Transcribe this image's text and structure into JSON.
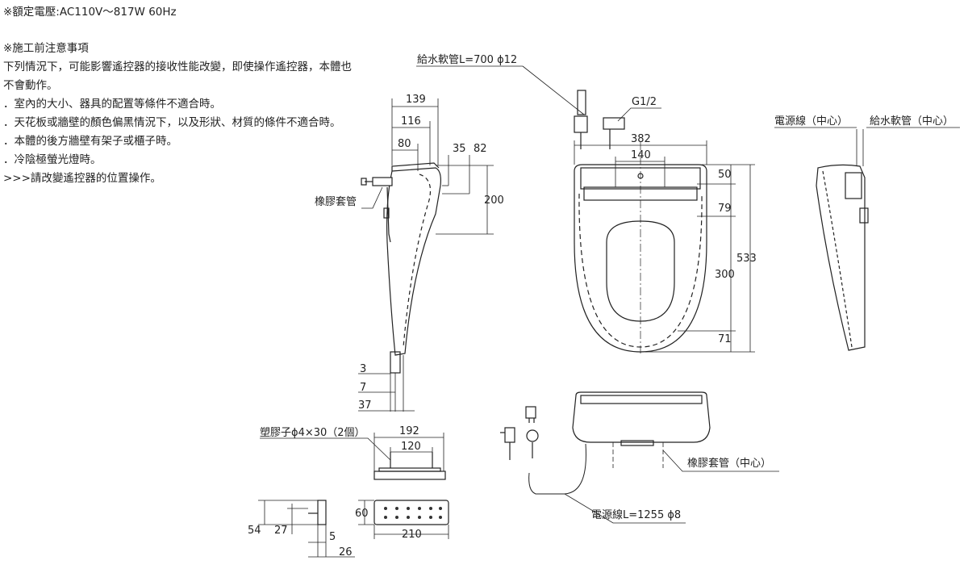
{
  "notes": {
    "rating": "※額定電壓:AC110V～817W 60Hz",
    "heading": "※施工前注意事項",
    "intro": "下列情況下，可能影響遙控器的接收性能改變，即使操作遙控器，本體也不會動作。",
    "items": [
      "．室內的大小、器具的配置等條件不適合時。",
      "．天花板或牆壁的顏色偏黑情況下，以及形狀、材質的條件不適合時。",
      "．本體的後方牆壁有架子或櫃子時。",
      "．冷陰極螢光燈時。"
    ],
    "footer": ">>>請改變遙控器的位置操作。"
  },
  "labels": {
    "water_hose": "給水軟管L=700 ϕ12",
    "thread": "G1/2",
    "power_cord_center": "電源線（中心）",
    "water_hose_center": "給水軟管（中心）",
    "rubber_sleeve": "橡膠套管",
    "rubber_sleeve_center": "橡膠套管（中心）",
    "plastic_plug": "塑膠子ϕ4×30（2個）",
    "power_cord": "電源線L=1255 ϕ8"
  },
  "dims": {
    "side_139": "139",
    "side_116": "116",
    "side_80": "80",
    "side_35": "35",
    "side_82": "82",
    "side_200": "200",
    "side_3": "3",
    "side_7": "7",
    "side_37": "37",
    "top_382": "382",
    "top_140": "140",
    "top_50": "50",
    "top_79": "79",
    "top_533": "533",
    "top_300": "300",
    "top_71": "71",
    "bracket_192": "192",
    "bracket_120": "120",
    "remote_60": "60",
    "remote_210": "210",
    "rs_54": "54",
    "rs_27": "27",
    "rs_5": "5",
    "rs_26": "26"
  },
  "colors": {
    "line": "#222222",
    "fill": "#ffffff"
  }
}
